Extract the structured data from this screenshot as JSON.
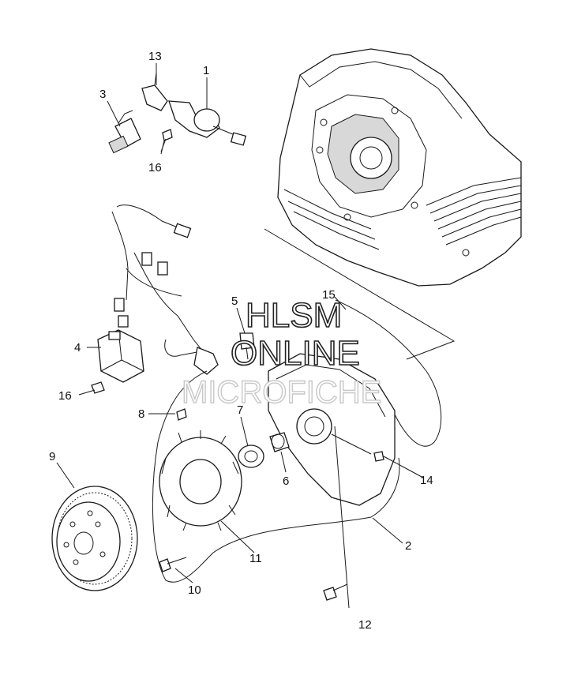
{
  "watermark": {
    "line1": "HLSM",
    "line2": "ONLINE",
    "line3": "MICROFICHE"
  },
  "callouts": [
    {
      "id": "c1",
      "label": "1"
    },
    {
      "id": "c2",
      "label": "2"
    },
    {
      "id": "c3",
      "label": "3"
    },
    {
      "id": "c4",
      "label": "4"
    },
    {
      "id": "c5",
      "label": "5"
    },
    {
      "id": "c6",
      "label": "6"
    },
    {
      "id": "c7",
      "label": "7"
    },
    {
      "id": "c8",
      "label": "8"
    },
    {
      "id": "c9",
      "label": "9"
    },
    {
      "id": "c10",
      "label": "10"
    },
    {
      "id": "c11",
      "label": "11"
    },
    {
      "id": "c12",
      "label": "12"
    },
    {
      "id": "c13",
      "label": "13"
    },
    {
      "id": "c14",
      "label": "14"
    },
    {
      "id": "c15",
      "label": "15"
    },
    {
      "id": "c16a",
      "label": "16"
    },
    {
      "id": "c16b",
      "label": "16"
    }
  ]
}
